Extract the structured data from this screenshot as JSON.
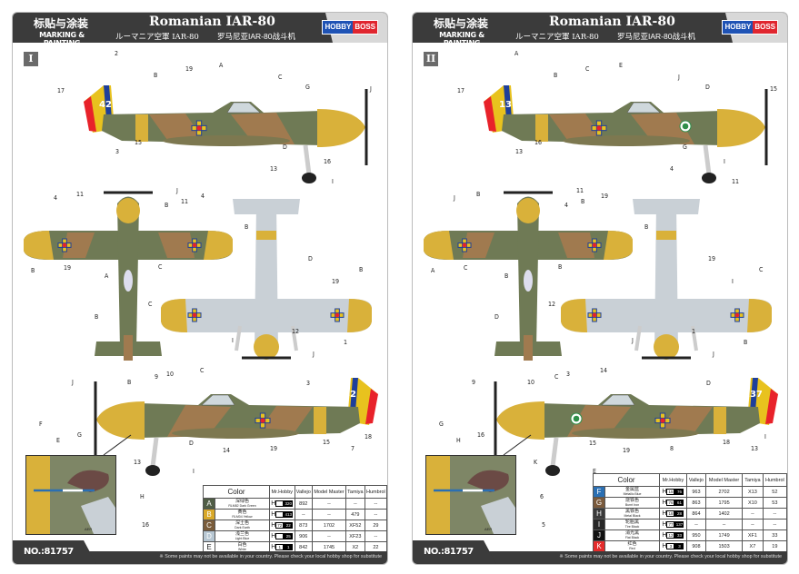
{
  "header": {
    "cn_title": "标贴与涂装",
    "en_title": "MARKING & PAINTING",
    "title": "Romanian IAR-80",
    "jp_title": "ルーマニア空軍 IAR-80",
    "cn_subtitle": "罗马尼亚IAR-80战斗机",
    "logo_left": "HOBBY",
    "logo_right": "BOSS"
  },
  "footer": {
    "model_no": "NO.:81757",
    "note": "※ Some paints may not be available in your country. Please check your local hobby shop for substitute"
  },
  "table_headers": {
    "color": "Color",
    "mrhobby": "Mr.Hobby",
    "vallejo": "Vallejo",
    "model_master": "Model Master",
    "tamiya": "Tamiya",
    "humbrol": "Humbrol"
  },
  "pages": [
    {
      "numeral": "I",
      "tail_number": "42",
      "inset_label": "AER",
      "callouts": [
        "2",
        "17",
        "B",
        "19",
        "A",
        "C",
        "G",
        "J",
        "D",
        "15",
        "3",
        "16",
        "13",
        "I",
        "4",
        "11",
        "J",
        "B",
        "11",
        "4",
        "B",
        "19",
        "A",
        "C",
        "B",
        "B",
        "D",
        "B",
        "19",
        "C",
        "I",
        "12",
        "J",
        "1",
        "J",
        "B",
        "9",
        "10",
        "C",
        "3",
        "14",
        "D",
        "19",
        "15",
        "7",
        "18",
        "13",
        "I",
        "F",
        "E",
        "G",
        "H",
        "16"
      ],
      "colors": [
        {
          "code": "A",
          "swatch": "#4f5d45",
          "cn": "深绿色",
          "en": "RLM82 Dark Green",
          "mh_w": "",
          "mh_b": "320",
          "vallejo": "892",
          "mm": "--",
          "tamiya": "--",
          "humbrol": "--"
        },
        {
          "code": "B",
          "swatch": "#d9a92a",
          "cn": "黄色",
          "en": "RLM04 Yellow",
          "mh_w": "",
          "mh_b": "413",
          "vallejo": "--",
          "mm": "--",
          "tamiya": "479",
          "humbrol": "--"
        },
        {
          "code": "C",
          "swatch": "#7a5c3a",
          "cn": "深土色",
          "en": "Dark Earth",
          "mh_w": "72",
          "mh_b": "22",
          "vallejo": "873",
          "mm": "1702",
          "tamiya": "XF52",
          "humbrol": "29"
        },
        {
          "code": "D",
          "swatch": "#b7c7d3",
          "cn": "浅兰色",
          "en": "Light Blue",
          "mh_w": "",
          "mh_b": "25",
          "vallejo": "906",
          "mm": "--",
          "tamiya": "XF23",
          "humbrol": "--"
        },
        {
          "code": "E",
          "swatch": "#ffffff",
          "cn": "白色",
          "en": "White",
          "mh_w": "1",
          "mh_b": "1",
          "vallejo": "842",
          "mm": "1745",
          "tamiya": "X2",
          "humbrol": "22"
        }
      ]
    },
    {
      "numeral": "II",
      "tail_number": "137",
      "inset_label": "AER",
      "callouts": [
        "A",
        "17",
        "B",
        "C",
        "E",
        "J",
        "D",
        "15",
        "G",
        "16",
        "13",
        "I",
        "4",
        "11",
        "J",
        "B",
        "11",
        "4",
        "B",
        "19",
        "A",
        "C",
        "B",
        "B",
        "D",
        "B",
        "19",
        "C",
        "I",
        "12",
        "J",
        "1",
        "J",
        "B",
        "9",
        "10",
        "C",
        "3",
        "14",
        "D",
        "19",
        "15",
        "8",
        "18",
        "13",
        "I",
        "K",
        "E",
        "G",
        "H",
        "16",
        "6",
        "5"
      ],
      "colors": [
        {
          "code": "F",
          "swatch": "#2a6fb3",
          "cn": "金属蓝",
          "en": "Metallic Blue",
          "mh_w": "15",
          "mh_b": "76",
          "vallejo": "963",
          "mm": "2702",
          "tamiya": "X13",
          "humbrol": "52"
        },
        {
          "code": "G",
          "swatch": "#7a5a3c",
          "cn": "烧铁色",
          "en": "Burnt Iron",
          "mh_w": "76",
          "mh_b": "61",
          "vallejo": "863",
          "mm": "1795",
          "tamiya": "X10",
          "humbrol": "53"
        },
        {
          "code": "H",
          "swatch": "#3a3a3a",
          "cn": "黑铁色",
          "en": "Metal Black",
          "mh_w": "18",
          "mh_b": "28",
          "vallejo": "864",
          "mm": "1402",
          "tamiya": "--",
          "humbrol": "--"
        },
        {
          "code": "I",
          "swatch": "#262626",
          "cn": "轮胎黑",
          "en": "Tire Black",
          "mh_w": "77",
          "mh_b": "137",
          "vallejo": "--",
          "mm": "--",
          "tamiya": "--",
          "humbrol": "--"
        },
        {
          "code": "J",
          "swatch": "#111111",
          "cn": "消光黑",
          "en": "Flat Black",
          "mh_w": "12",
          "mh_b": "33",
          "vallejo": "950",
          "mm": "1749",
          "tamiya": "XF1",
          "humbrol": "33"
        },
        {
          "code": "K",
          "swatch": "#e52b2b",
          "cn": "红色",
          "en": "Red",
          "mh_w": "3",
          "mh_b": "3",
          "vallejo": "908",
          "mm": "1503",
          "tamiya": "X7",
          "humbrol": "19"
        }
      ]
    }
  ]
}
